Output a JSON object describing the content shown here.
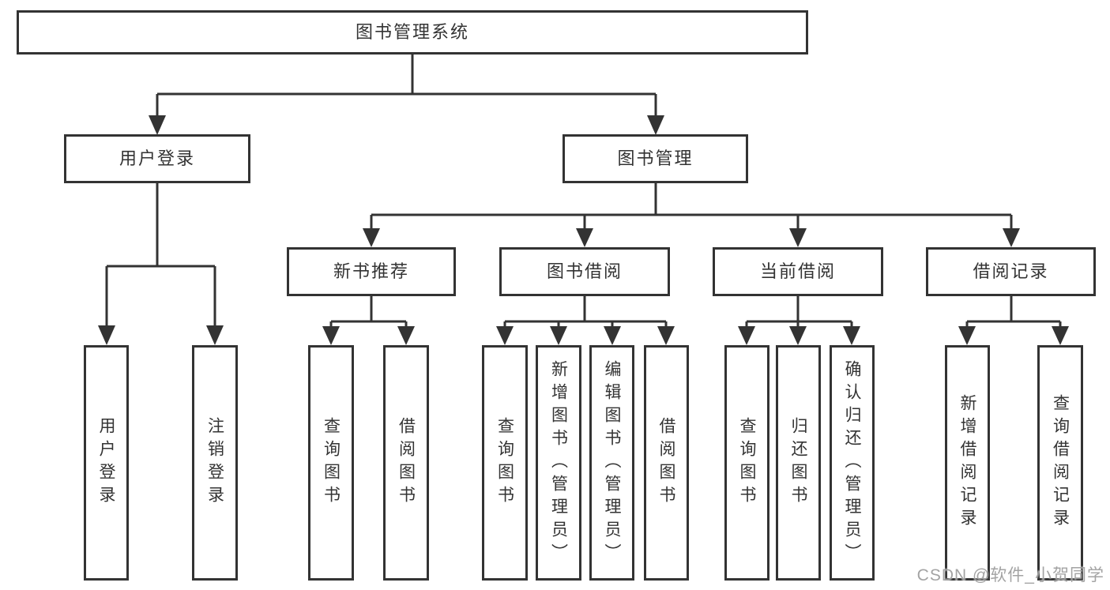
{
  "colors": {
    "line": "#333333",
    "node_border": "#333333",
    "node_text": "#333333",
    "background": "#ffffff",
    "watermark": "#9b9b9b"
  },
  "tree": {
    "root": "图书管理系统",
    "user_login": {
      "label": "用户登录",
      "children": [
        "用户登录",
        "注销登录"
      ]
    },
    "book_mgmt": {
      "label": "图书管理"
    },
    "new_books": {
      "label": "新书推荐",
      "children": [
        "查询图书",
        "借阅图书"
      ]
    },
    "borrowing": {
      "label": "图书借阅",
      "children": [
        "查询图书",
        "新增图书（管理员）",
        "编辑图书（管理员）",
        "借阅图书"
      ]
    },
    "current": {
      "label": "当前借阅",
      "children": [
        "查询图书",
        "归还图书",
        "确认归还（管理员）"
      ]
    },
    "records": {
      "label": "借阅记录",
      "children": [
        "新增借阅记录",
        "查询借阅记录"
      ]
    }
  },
  "watermark": {
    "text": "CSDN @软件_小贺同学"
  }
}
